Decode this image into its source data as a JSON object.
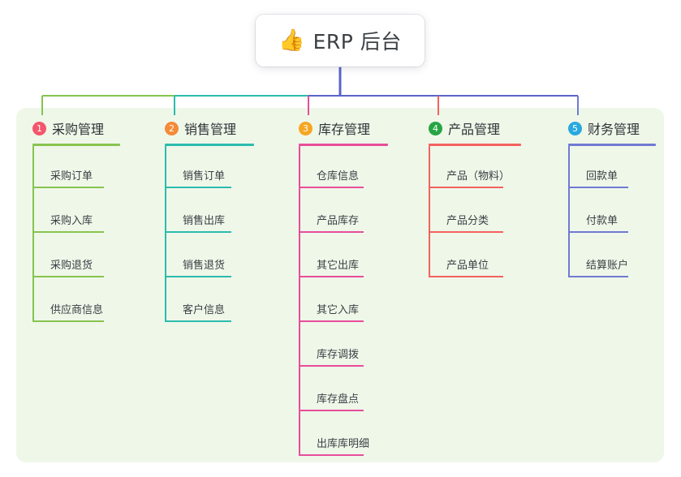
{
  "root": {
    "icon": "thumbs-up-icon",
    "emoji": "👍",
    "title": "ERP 后台"
  },
  "palette": {
    "page_bg": "#ffffff",
    "panel_bg": "#eff7e9",
    "card_bg": "#ffffff",
    "text": "#3a3f44",
    "root_stem": "#5a64c8"
  },
  "branches": [
    {
      "index": "1",
      "label": "采购管理",
      "badge_color": "#f4566b",
      "line_color": "#86c44f",
      "items": [
        "采购订单",
        "采购入库",
        "采购退货",
        "供应商信息"
      ]
    },
    {
      "index": "2",
      "label": "销售管理",
      "badge_color": "#f58a38",
      "line_color": "#2bbcae",
      "items": [
        "销售订单",
        "销售出库",
        "销售退货",
        "客户信息"
      ]
    },
    {
      "index": "3",
      "label": "库存管理",
      "badge_color": "#f5a623",
      "line_color": "#e84d9b",
      "items": [
        "仓库信息",
        "产品库存",
        "其它出库",
        "其它入库",
        "库存调拨",
        "库存盘点",
        "出库库明细"
      ]
    },
    {
      "index": "4",
      "label": "产品管理",
      "badge_color": "#27a544",
      "line_color": "#f4625e",
      "items": [
        "产品（物料）",
        "产品分类",
        "产品单位"
      ]
    },
    {
      "index": "5",
      "label": "财务管理",
      "badge_color": "#29a8e0",
      "line_color": "#6f7ad2",
      "items": [
        "回款单",
        "付款单",
        "结算账户"
      ]
    }
  ]
}
